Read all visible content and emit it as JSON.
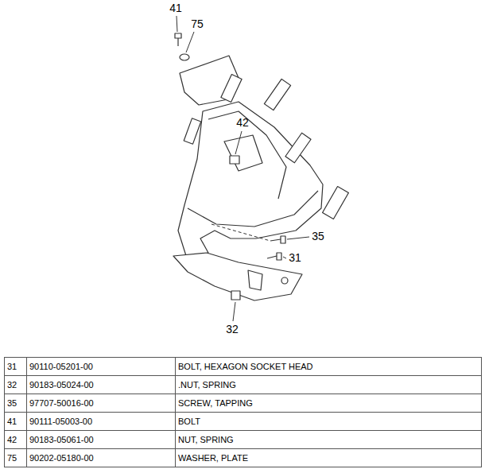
{
  "diagram": {
    "labels": [
      "41",
      "75",
      "42",
      "35",
      "31",
      "32",
      "31",
      "90110-05201-00",
      "BOLT, HEXAGON SOCKET HEAD",
      "32",
      "90183-05024-00",
      ".NUT, SPRING",
      "35",
      "97707-50016-00",
      "SCREW, TAPPING",
      "41",
      "90111-05003-00",
      "BOLT",
      "42",
      "90183-05061-00",
      "NUT, SPRING",
      "75",
      "90202-05180-00",
      "WASHER, PLATE"
    ]
  }
}
